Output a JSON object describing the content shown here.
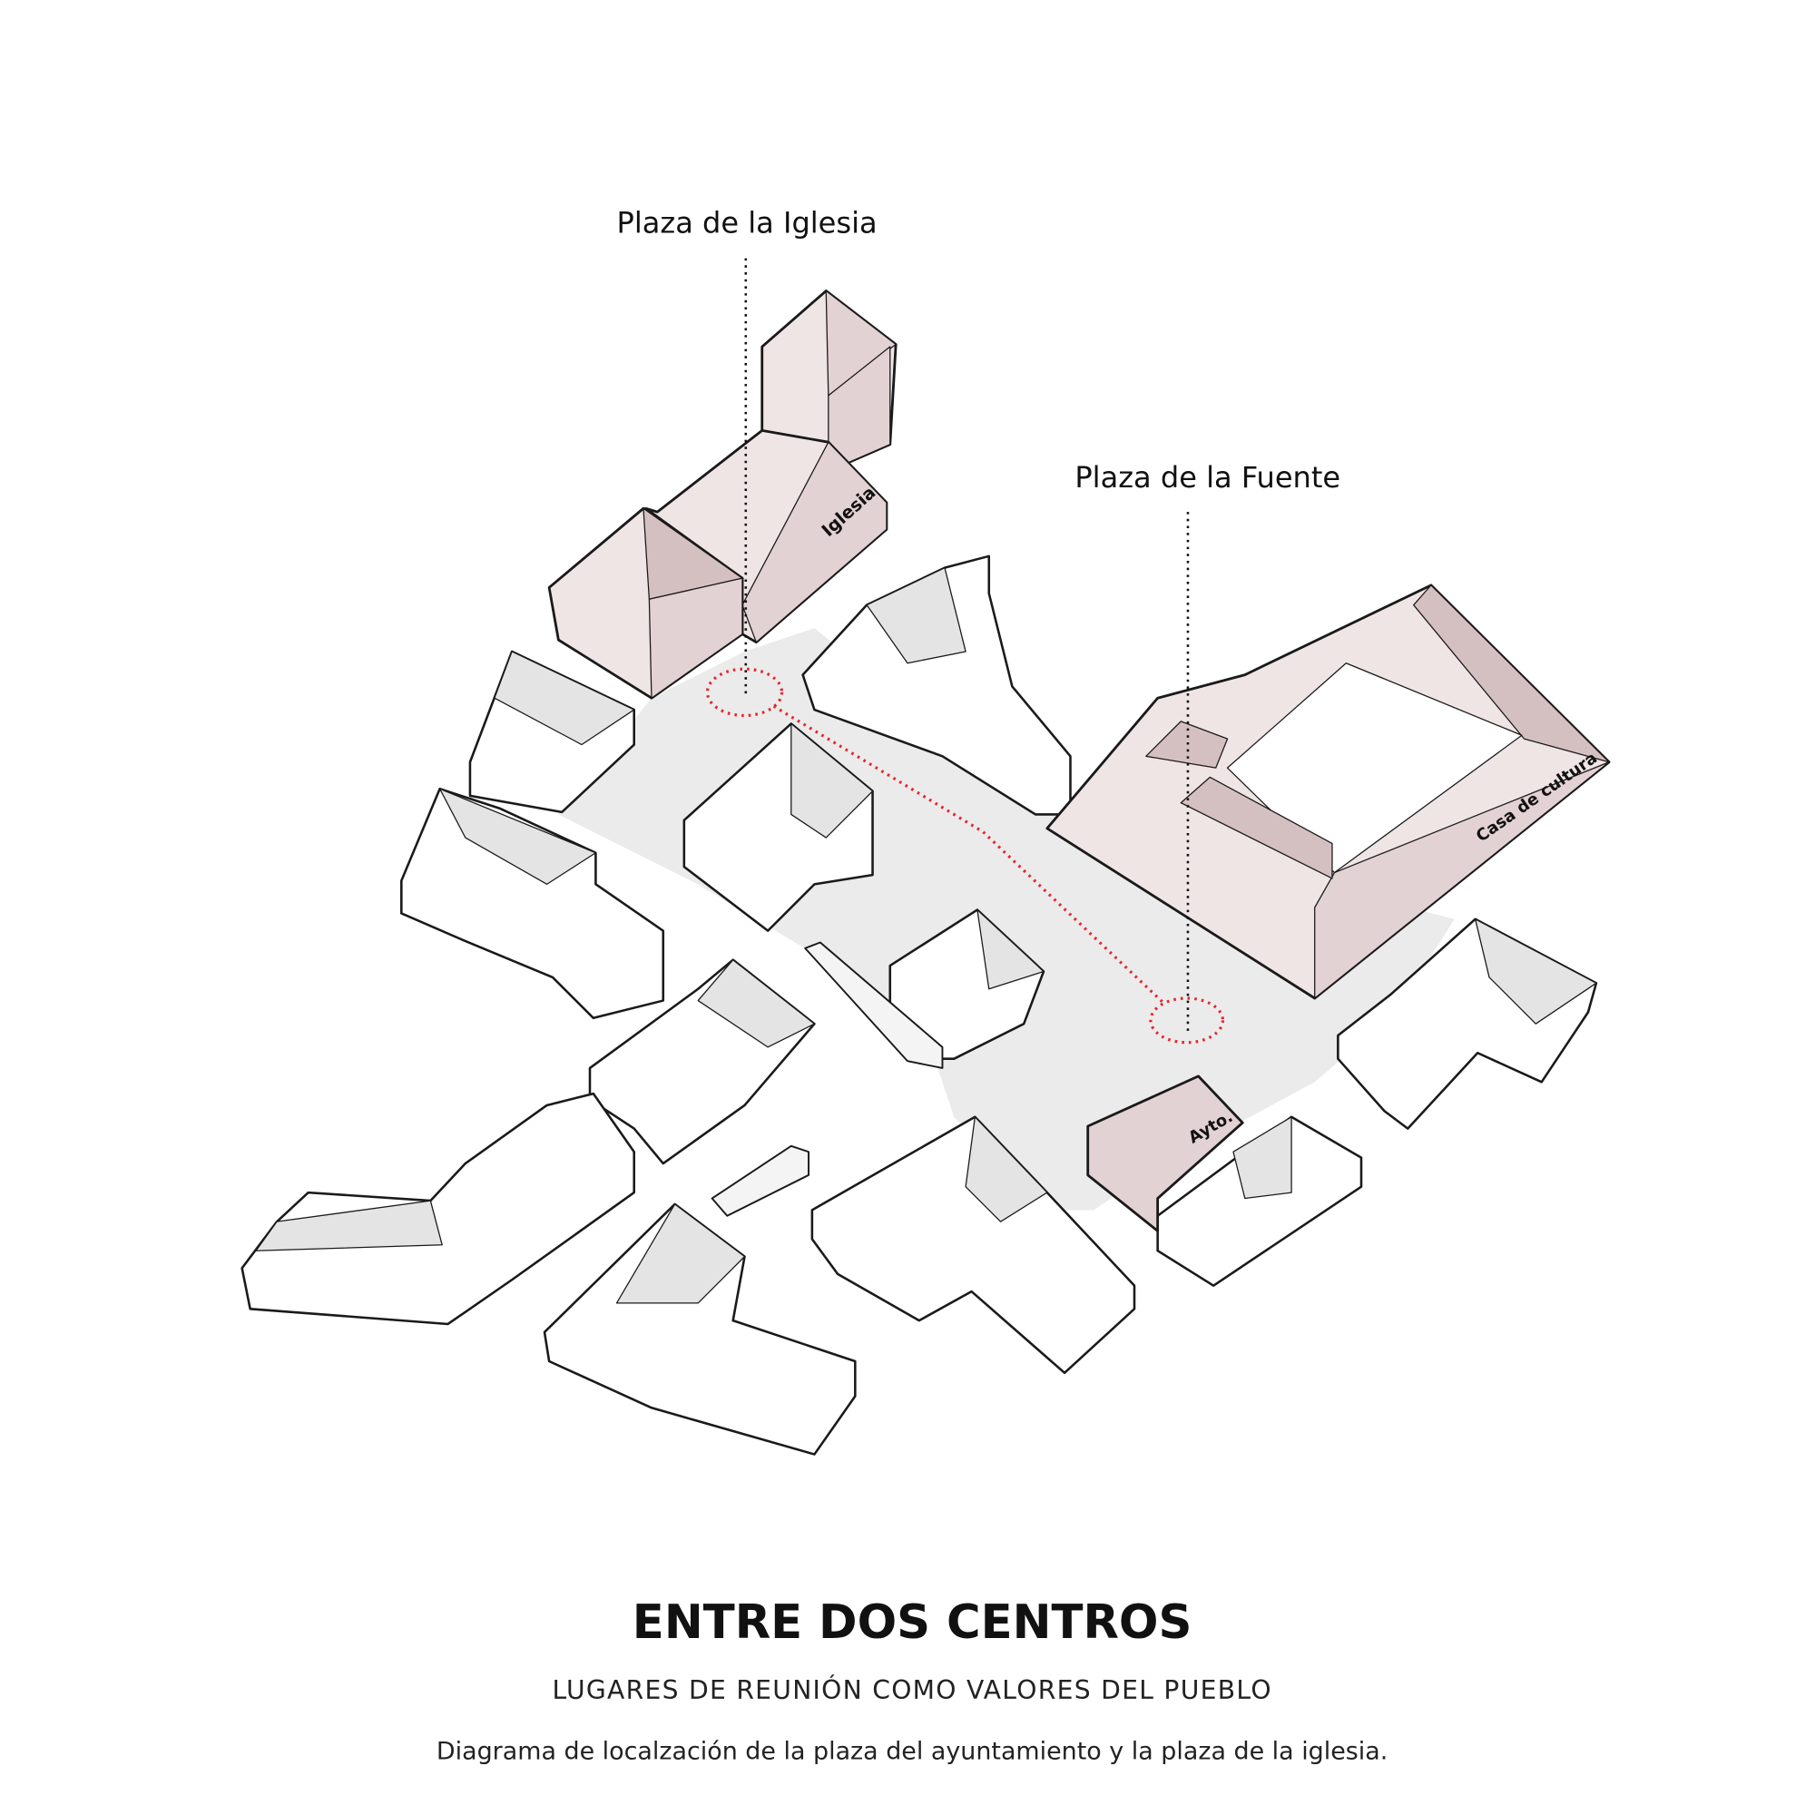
{
  "labels": {
    "plaza_iglesia": "Plaza de la Iglesia",
    "plaza_fuente": "Plaza de la Fuente",
    "iglesia": "Iglesia",
    "casa_cultura": "Casa de cultura",
    "ayto": "Ayto."
  },
  "footer": {
    "title": "ENTRE DOS CENTROS",
    "subtitle": "LUGARES DE REUNIÓN COMO VALORES DEL PUEBLO",
    "caption": "Diagrama de localzación de la plaza del ayuntamiento y la plaza de la iglesia."
  },
  "colors": {
    "highlight_light": "#efe5e5",
    "highlight_mid": "#e3d2d3",
    "highlight_dark": "#d5c0c1",
    "ground": "#ebebeb",
    "roof_grey": "#e4e4e4",
    "route": "#e8232a",
    "stroke": "#1a1a1a"
  }
}
